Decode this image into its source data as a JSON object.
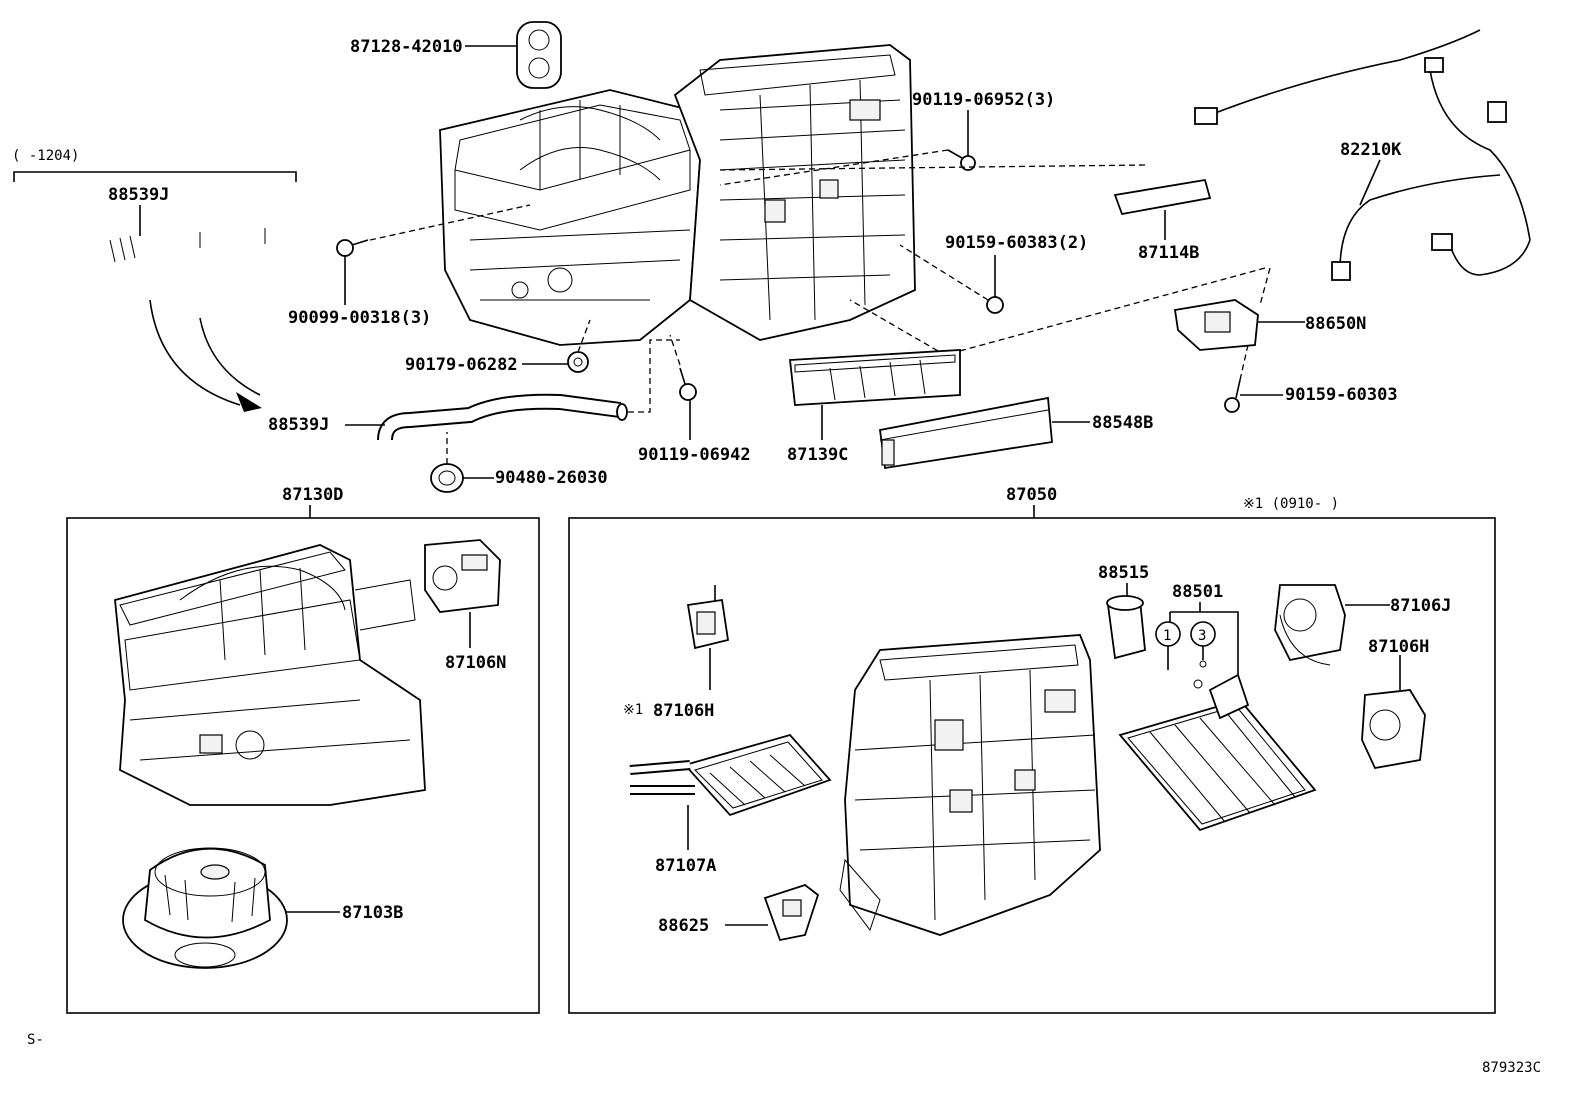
{
  "parts": {
    "p87128_42010": "87128-42010",
    "p90119_06952": "90119-06952(3)",
    "p88539J_a": "88539J",
    "p82210K": "82210K",
    "p90099_00318": "90099-00318(3)",
    "p90159_60383": "90159-60383(2)",
    "p87114B": "87114B",
    "p88650N": "88650N",
    "p90179_06282": "90179-06282",
    "p90159_60303": "90159-60303",
    "p88539J_b": "88539J",
    "p88548B": "88548B",
    "p90119_06942": "90119-06942",
    "p87139C": "87139C",
    "p90480_26030": "90480-26030",
    "p87130D": "87130D",
    "p87050": "87050",
    "p87106N": "87106N",
    "p87103B": "87103B",
    "p88515": "88515",
    "p88501": "88501",
    "p87106J": "87106J",
    "p87106H_a": "87106H",
    "p87106H_b": "87106H",
    "p87107A": "87107A",
    "p88625": "88625"
  },
  "notes": {
    "range_1204": "(    -1204)",
    "range_0910": "※1 (0910-      )",
    "mark_x1": "※1",
    "circle_1": "1",
    "circle_3": "3",
    "corner_s": "S-",
    "diagram_id": "879323C"
  }
}
